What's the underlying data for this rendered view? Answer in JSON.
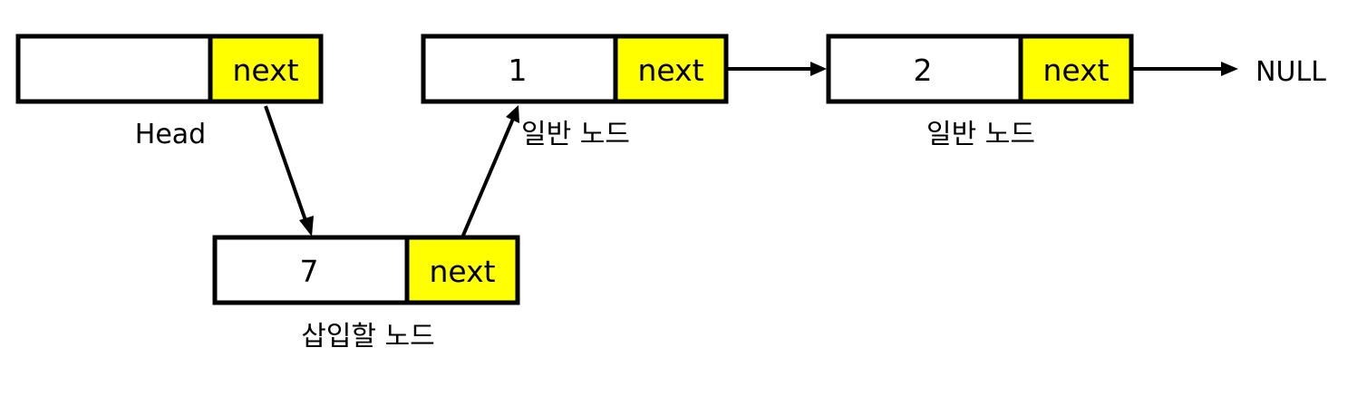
{
  "head_node": {
    "value": "",
    "next_label": "next",
    "caption": "Head"
  },
  "insert_node": {
    "value": "7",
    "next_label": "next",
    "caption": "삽입할 노드"
  },
  "node_1": {
    "value": "1",
    "next_label": "next",
    "caption": "일반 노드"
  },
  "node_2": {
    "value": "2",
    "next_label": "next",
    "caption": "일반 노드"
  },
  "terminal": {
    "label": "NULL"
  },
  "colors": {
    "pointer_cell": "#ffff00",
    "data_cell": "#ffffff",
    "stroke": "#000000"
  }
}
